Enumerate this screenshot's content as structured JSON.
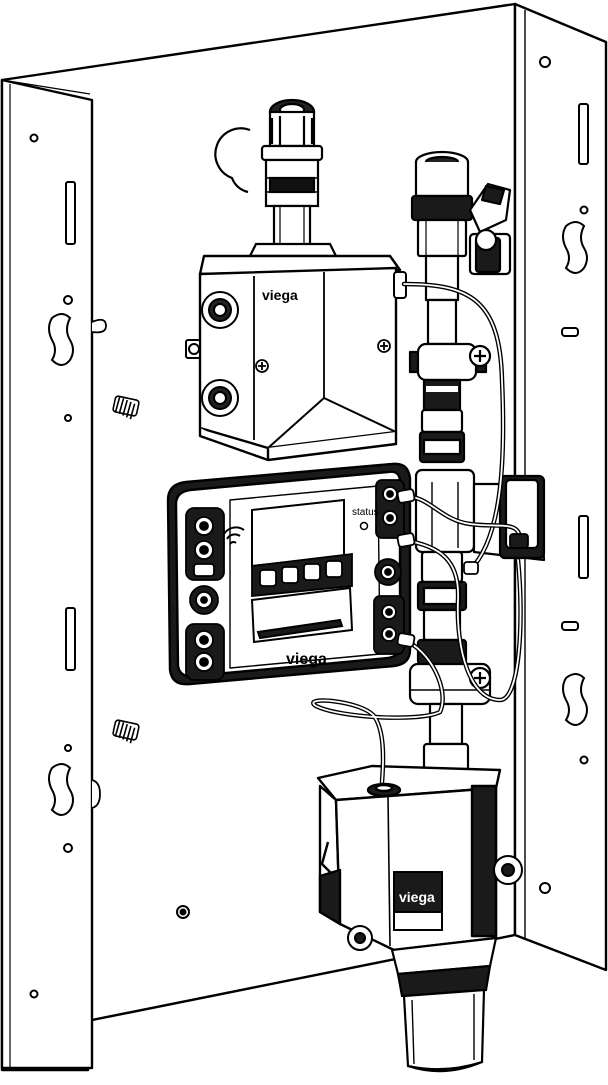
{
  "diagram": {
    "brand_label_box": "viega",
    "brand_label_controller": "viega",
    "brand_label_bottom": "viega",
    "status_label": "status"
  },
  "colors": {
    "ink": "#000000",
    "paper": "#ffffff",
    "shade": "#d9d9d9",
    "dark": "#1a1a1a"
  },
  "icons": {
    "wifi": "wifi-icon"
  }
}
